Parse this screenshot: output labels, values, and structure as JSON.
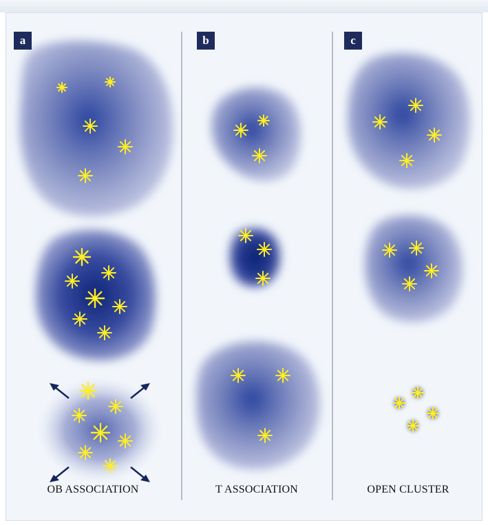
{
  "panels": [
    {
      "label": "a",
      "caption": "OB ASSOCIATION"
    },
    {
      "label": "b",
      "caption": "T ASSOCIATION"
    },
    {
      "label": "c",
      "caption": "OPEN CLUSTER"
    }
  ],
  "colors": {
    "background": "#f2f6fb",
    "cloud": "#1f3a9a",
    "star": "#ffee22",
    "arrow": "#15255e",
    "divider": "#8f96a3",
    "label_box": "#1e2b5c"
  }
}
